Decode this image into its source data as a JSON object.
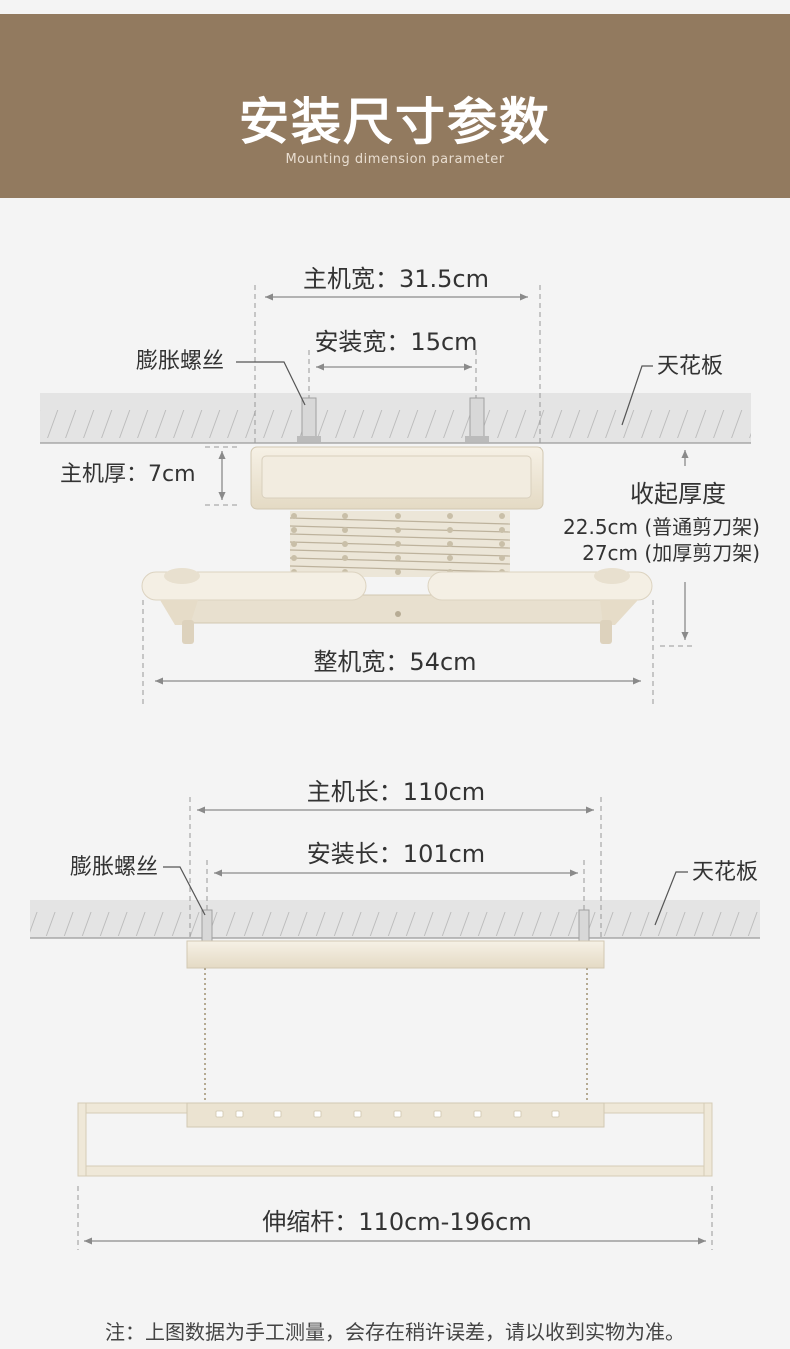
{
  "header": {
    "title": "安装尺寸参数",
    "subtitle": "Mounting dimension parameter"
  },
  "front_view": {
    "host_width": "主机宽：31.5cm",
    "install_width": "安装宽：15cm",
    "expansion_screw": "膨胀螺丝",
    "ceiling": "天花板",
    "host_thickness": "主机厚：7cm",
    "folded_thickness_title": "收起厚度",
    "folded_thickness_normal": "22.5cm (普通剪刀架)",
    "folded_thickness_thick": "27cm (加厚剪刀架)",
    "total_width": "整机宽：54cm"
  },
  "side_view": {
    "host_length": "主机长：110cm",
    "install_length": "安装长：101cm",
    "expansion_screw": "膨胀螺丝",
    "ceiling": "天花板",
    "telescopic_rod": "伸缩杆：110cm-196cm"
  },
  "note": "注：上图数据为手工测量，会存在稍许误差，请以收到实物为准。",
  "colors": {
    "header_bg": "#927a5f",
    "ceiling_fill": "#e2e2e2",
    "product_cream": "#efe8d8",
    "dim_line": "#8a8a8a"
  }
}
